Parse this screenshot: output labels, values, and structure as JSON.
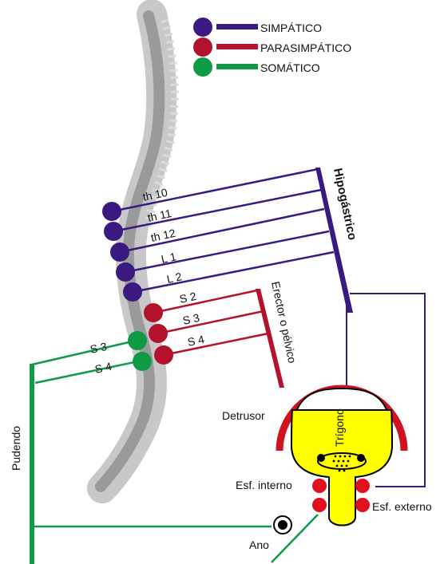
{
  "colors": {
    "sympathetic": "#3a1a80",
    "parasympathetic": "#b3122c",
    "somatic": "#0f9a46",
    "bladder_fill": "#ffff00",
    "bladder_outline": "#000000",
    "bladder_rim": "#d0111f",
    "spine": "#bdbdbd"
  },
  "legend": [
    {
      "label": "SIMPÁTICO",
      "color_key": "sympathetic"
    },
    {
      "label": "PARASIMPÁTICO",
      "color_key": "parasympathetic"
    },
    {
      "label": "SOMÁTICO",
      "color_key": "somatic"
    }
  ],
  "nerves": {
    "hypogastric": "Hipogástrico",
    "pelvic": "Erector o pélvico",
    "pudendal": "Pudendo"
  },
  "roots": {
    "sympathetic": [
      "th 10",
      "th 11",
      "th 12",
      "L 1",
      "L 2"
    ],
    "parasympathetic": [
      "S 2",
      "S 3",
      "S 4"
    ],
    "somatic": [
      "S 3",
      "S 4"
    ]
  },
  "structures": {
    "detrusor": "Detrusor",
    "trigone": "Trígono",
    "internal_sphincter": "Esf. interno",
    "external_sphincter": "Esf. externo",
    "anus": "Ano"
  }
}
